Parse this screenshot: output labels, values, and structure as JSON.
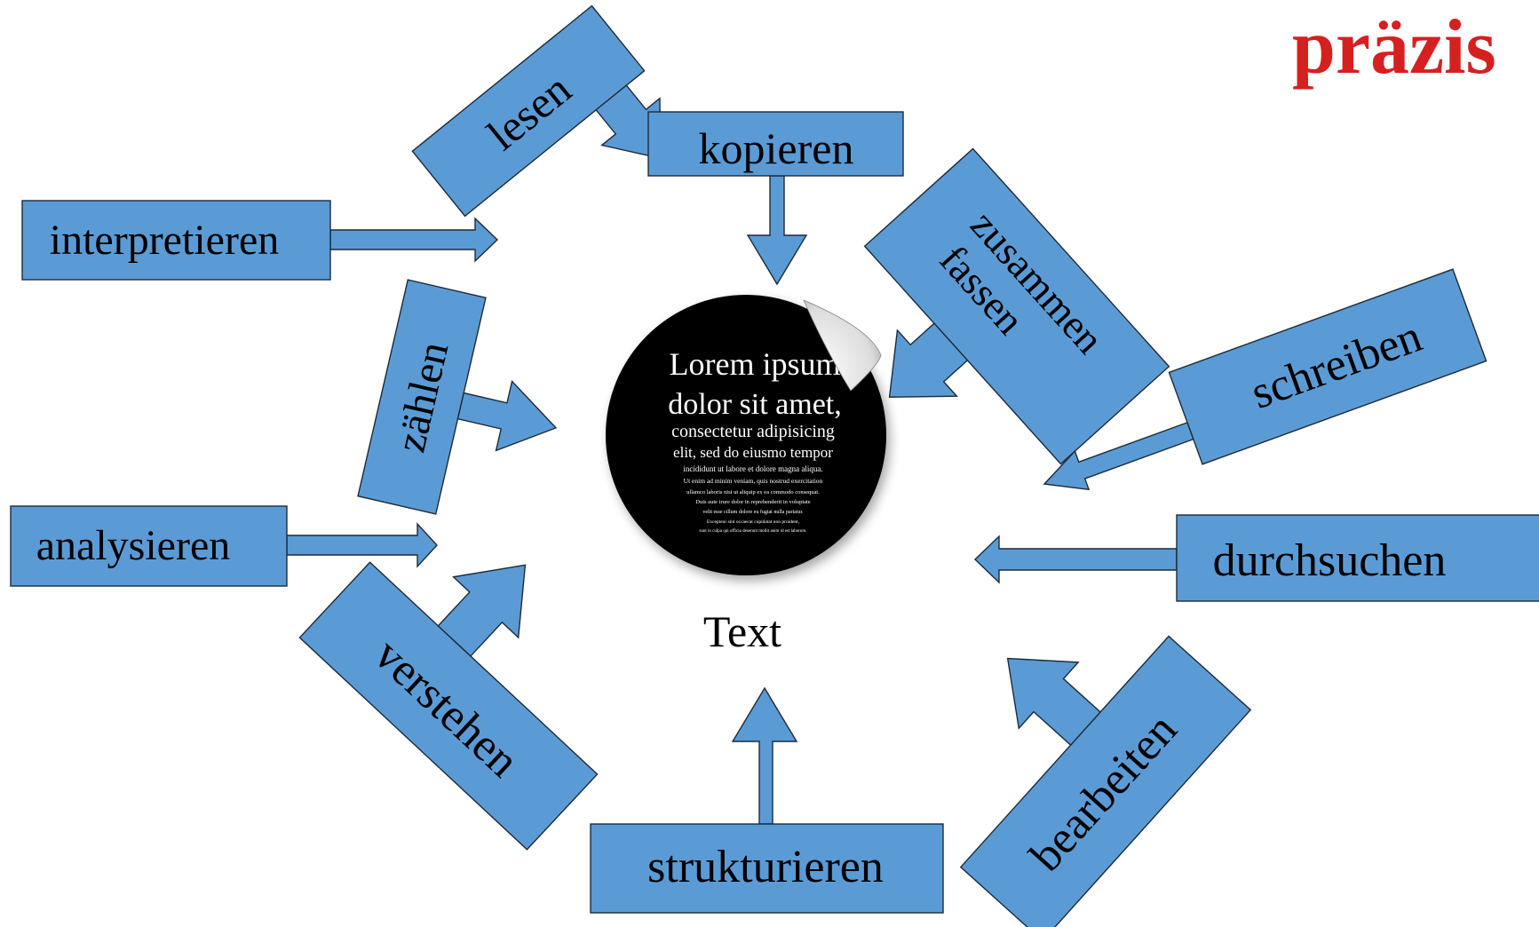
{
  "heading": {
    "text": "präzis",
    "color": "#d62020"
  },
  "center": {
    "caption": "Text",
    "lorem_lines": [
      "Lorem ipsum",
      "dolor sit amet,",
      "consectetur adipisicing",
      "elit, sed do eiusmo tempor",
      "incididunt ut labore et dolore magna aliqua.",
      "Ut enim ad minim veniam, quis nostrud exercitation",
      "ullamco laboris nisi ut aliquip ex ea commodo consequat.",
      "Duis aute irure dolor in reprehenderit in voluptate",
      "velit esse cillum dolore eu fugiat nulla pariatur.",
      "Excepteur sint occaecat cupidatat non proident,",
      "sunt in culpa qui officia deserunt mollit anim id est laborum."
    ]
  },
  "verbs": {
    "lesen": "lesen",
    "kopieren": "kopieren",
    "interpretieren": "interpretieren",
    "zusammen_1": "zusammen",
    "zusammen_2": "fassen",
    "zaehlen": "zählen",
    "schreiben": "schreiben",
    "analysieren": "analysieren",
    "durchsuchen": "durchsuchen",
    "verstehen": "verstehen",
    "strukturieren": "strukturieren",
    "bearbeiten": "bearbeiten"
  },
  "colors": {
    "box_fill": "#5b9bd5",
    "box_stroke": "#1f2a36"
  }
}
